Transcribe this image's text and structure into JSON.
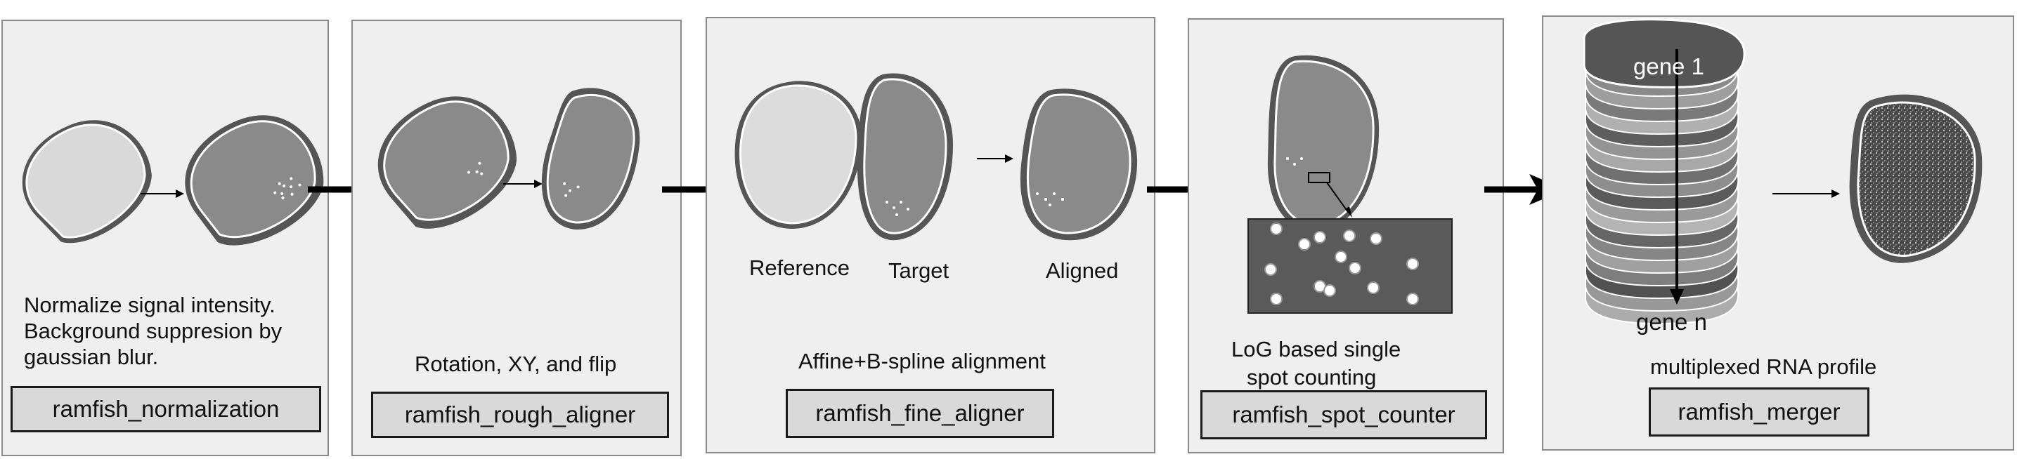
{
  "panels": [
    {
      "id": "normalization",
      "caption": [
        "Normalize signal intensity.",
        "Background suppresion by",
        "gaussian blur."
      ],
      "name": "ramfish_normalization"
    },
    {
      "id": "rough",
      "caption": [
        "Rotation, XY, and flip"
      ],
      "name": "ramfish_rough_aligner"
    },
    {
      "id": "fine",
      "caption": [
        "Affine+B-spline alignment"
      ],
      "name": "ramfish_fine_aligner",
      "labels": {
        "reference": "Reference",
        "target": "Target",
        "aligned": "Aligned"
      }
    },
    {
      "id": "spot",
      "caption": [
        "LoG based single",
        "spot counting"
      ],
      "name": "ramfish_spot_counter"
    },
    {
      "id": "merger",
      "caption": [
        "multiplexed RNA profile"
      ],
      "name": "ramfish_merger",
      "gene_top": "gene 1",
      "gene_bottom": "gene n"
    }
  ],
  "colors": {
    "panel_bg": "#efefef",
    "panel_border": "#8a8a8a",
    "name_box_bg": "#d9d9d9",
    "tissue_light": "#dcdcdc",
    "tissue_mid": "#8c8c8c",
    "tissue_dark": "#5a5a5a",
    "arrow": "#000000"
  }
}
